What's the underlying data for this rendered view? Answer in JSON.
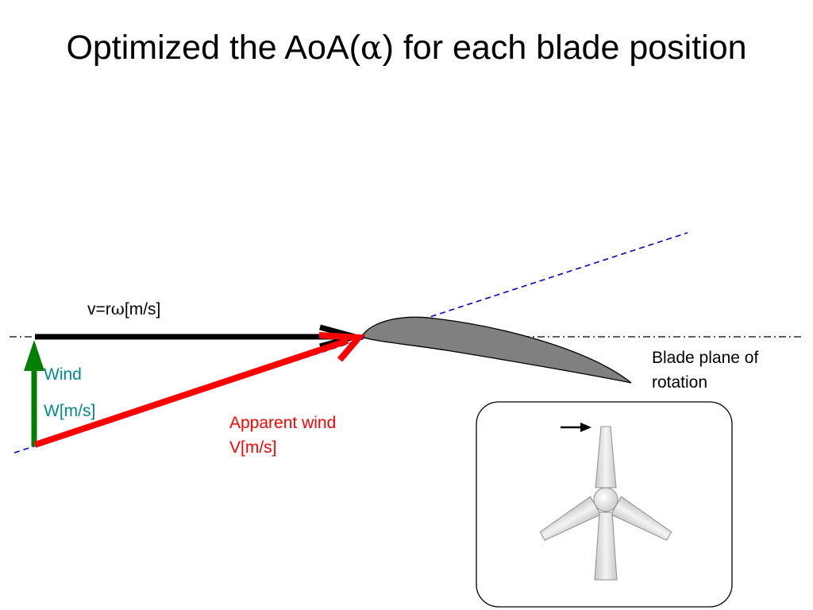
{
  "title": {
    "prefix": "Optimized the AoA(",
    "symbol": "α",
    "suffix": ") for each blade position"
  },
  "labels": {
    "blade_speed_prefix": "v=r",
    "blade_speed_symbol": "ω",
    "blade_speed_suffix": "[m/s]",
    "wind": "Wind",
    "wind_speed": "W[m/s]",
    "apparent_wind_line1": "Apparent wind",
    "apparent_wind_line2": "V[m/s]",
    "blade_plane_line1": "Blade plane of",
    "blade_plane_line2": "rotation"
  },
  "colors": {
    "blade_speed_vector": "#000000",
    "wind_vector": "#008000",
    "wind_label": "#008b8b",
    "apparent_wind_vector": "#ff0000",
    "chord_line": "#0000cc",
    "airfoil_fill": "#808080"
  }
}
